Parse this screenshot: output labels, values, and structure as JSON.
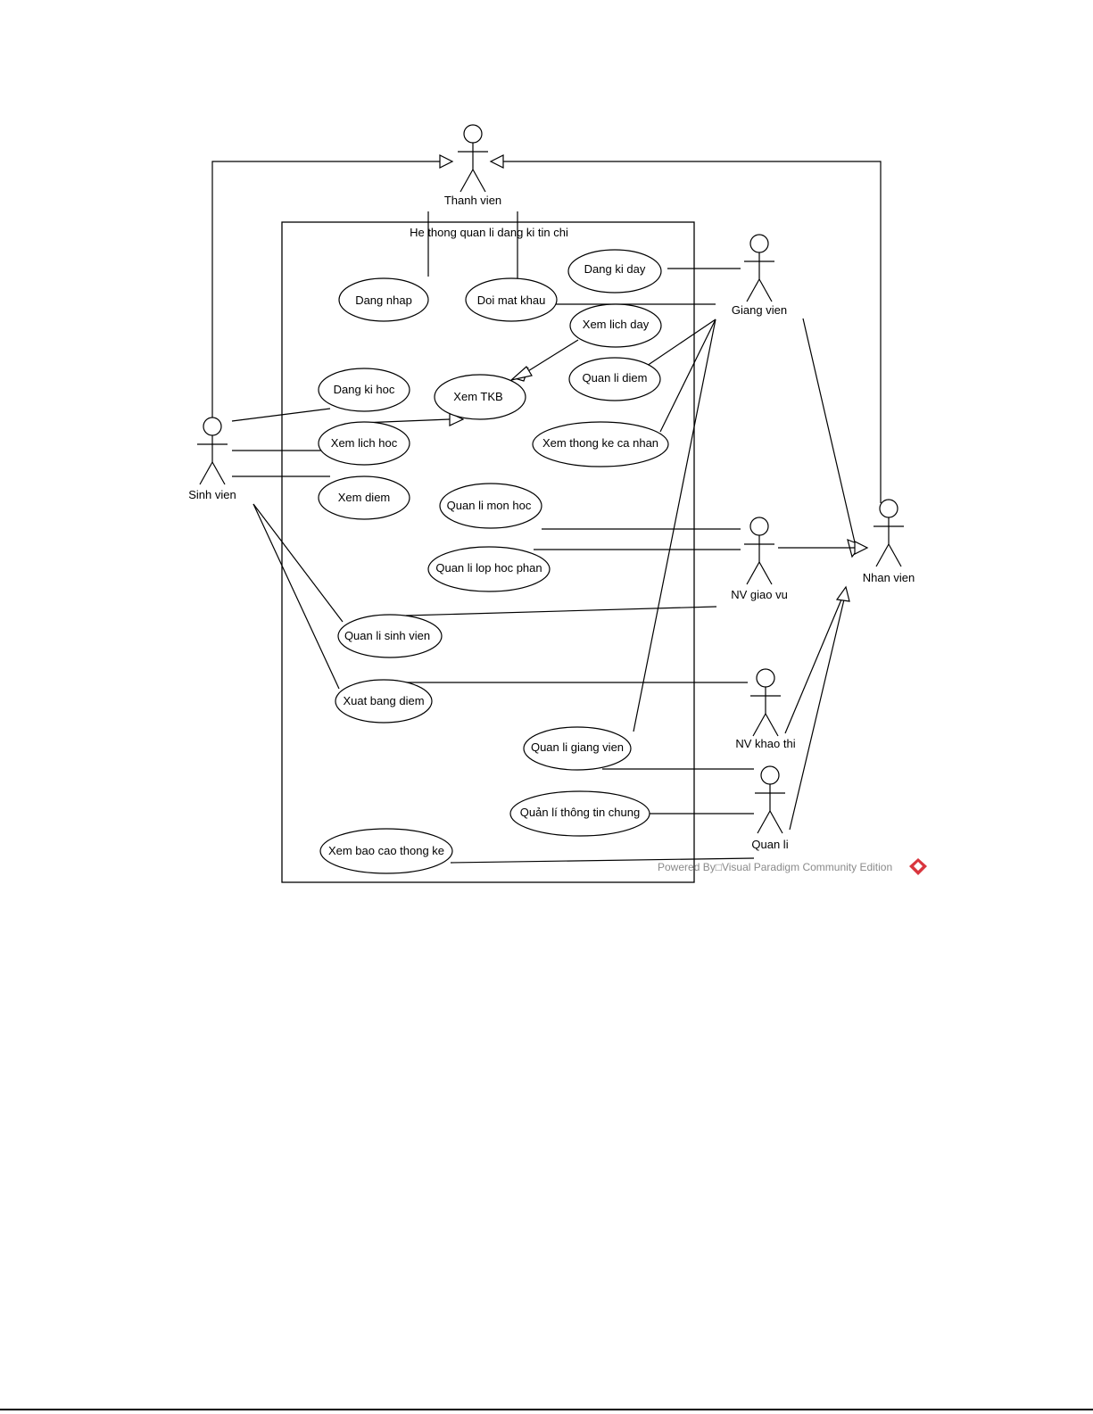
{
  "system_boundary": {
    "title": "He thong quan li dang ki tin chi"
  },
  "actors": [
    {
      "id": "thanh-vien",
      "label": "Thanh vien"
    },
    {
      "id": "giang-vien",
      "label": "Giang vien"
    },
    {
      "id": "sinh-vien",
      "label": "Sinh vien"
    },
    {
      "id": "nv-giao-vu",
      "label": "NV giao vu"
    },
    {
      "id": "nhan-vien",
      "label": "Nhan vien"
    },
    {
      "id": "nv-khao-thi",
      "label": "NV khao thi"
    },
    {
      "id": "quan-li",
      "label": "Quan li"
    }
  ],
  "use_cases": [
    {
      "id": "dang-nhap",
      "label": "Dang nhap"
    },
    {
      "id": "doi-mat-khau",
      "label": "Doi mat khau"
    },
    {
      "id": "dang-ki-day",
      "label": "Dang ki day"
    },
    {
      "id": "xem-lich-day",
      "label": "Xem lich day"
    },
    {
      "id": "quan-li-diem",
      "label": "Quan li diem"
    },
    {
      "id": "dang-ki-hoc",
      "label": "Dang ki hoc"
    },
    {
      "id": "xem-tkb",
      "label": "Xem TKB"
    },
    {
      "id": "xem-lich-hoc",
      "label": "Xem lich hoc"
    },
    {
      "id": "xem-thong-ke-ca-nhan",
      "label": "Xem thong ke ca nhan"
    },
    {
      "id": "xem-diem",
      "label": "Xem diem"
    },
    {
      "id": "quan-li-mon-hoc",
      "label": "Quan li mon hoc"
    },
    {
      "id": "quan-li-lop-hoc-phan",
      "label": "Quan li lop hoc phan"
    },
    {
      "id": "quan-li-sinh-vien",
      "label": "Quan li sinh vien"
    },
    {
      "id": "xuat-bang-diem",
      "label": "Xuat bang diem"
    },
    {
      "id": "quan-li-giang-vien",
      "label": "Quan li giang vien"
    },
    {
      "id": "quan-li-thong-tin-chung",
      "label": "Quản lí thông tin chung"
    },
    {
      "id": "xem-bao-cao-thong-ke",
      "label": "Xem bao cao thong ke"
    }
  ],
  "watermark": {
    "text": "Powered By□Visual Paradigm Community Edition",
    "icon": "visual-paradigm-logo-icon",
    "color": "#8a8a8a",
    "logo_color": "#d9363e"
  }
}
